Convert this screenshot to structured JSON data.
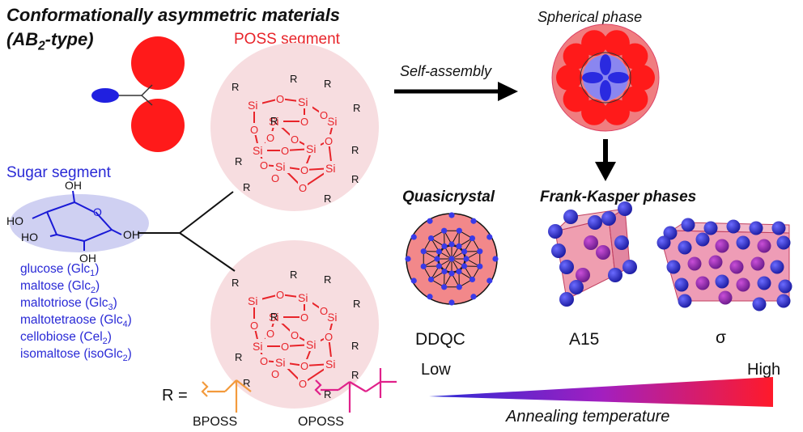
{
  "title": {
    "line1": "Conformationally asymmetric materials",
    "line2_prefix": "(AB",
    "line2_sub": "2",
    "line2_suffix": "-type)"
  },
  "poss_label": "POSS segment",
  "sugar_label": "Sugar segment",
  "self_assembly": "Self-assembly",
  "spherical_phase": "Spherical phase",
  "quasicrystal": "Quasicrystal",
  "frank_kasper": "Frank-Kasper phases",
  "phases": {
    "ddqc": "DDQC",
    "a15": "A15",
    "sigma": "σ"
  },
  "temp": {
    "low": "Low",
    "high": "High",
    "axis": "Annealing temperature"
  },
  "sugars": [
    {
      "name": "glucose (Glc",
      "sub": "1",
      "end": ")"
    },
    {
      "name": "maltose (Glc",
      "sub": "2",
      "end": ")"
    },
    {
      "name": "maltotriose (Glc",
      "sub": "3",
      "end": ")"
    },
    {
      "name": "maltotetraose (Glc",
      "sub": "4",
      "end": ")"
    },
    {
      "name": "cellobiose (Cel",
      "sub": "2",
      "end": ")"
    },
    {
      "name": "isomaltose (isoGlc",
      "sub": "2",
      "end": ")"
    }
  ],
  "chem": {
    "si": "Si",
    "o": "O",
    "r": "R",
    "oh": "OH",
    "ho": "HO",
    "ring_o": "O",
    "r_equals": "R ="
  },
  "r_groups": {
    "bposs": "BPOSS",
    "oposs": "OPOSS"
  },
  "colors": {
    "red": "#e8242a",
    "blue": "#2a2ad6",
    "pink": "#f7dde0",
    "lavender": "#cfd0f2",
    "orange": "#f39a3c",
    "magenta": "#e0218a"
  }
}
